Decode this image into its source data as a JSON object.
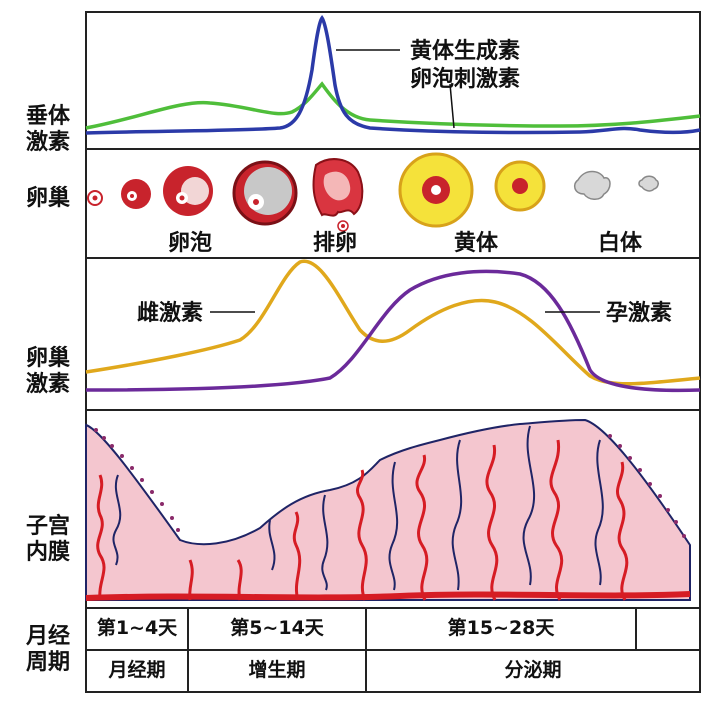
{
  "left_labels": {
    "pituitary": [
      "垂体",
      "激素"
    ],
    "ovary": [
      "卵巢"
    ],
    "ovarian_hormones": [
      "卵巢",
      "激素"
    ],
    "endometrium": [
      "子宫",
      "内膜"
    ],
    "menstrual_cycle": [
      "月经",
      "周期"
    ]
  },
  "panel1": {
    "lh_label": "黄体生成素",
    "fsh_label": "卵泡刺激素",
    "lh_color": "#2b3aa8",
    "fsh_color": "#4fbe3a"
  },
  "panel2": {
    "follicle": "卵泡",
    "ovulation": "排卵",
    "corpus_luteum": "黄体",
    "corpus_albicans": "白体"
  },
  "panel3": {
    "estrogen_label": "雌激素",
    "progesterone_label": "孕激素",
    "estrogen_color": "#e0a81c",
    "progesterone_color": "#6b2a9a"
  },
  "cycle_table": {
    "days": [
      "第1~4天",
      "第5~14天",
      "第15~28天",
      ""
    ],
    "phases": [
      "月经期",
      "增生期",
      "分泌期"
    ]
  }
}
